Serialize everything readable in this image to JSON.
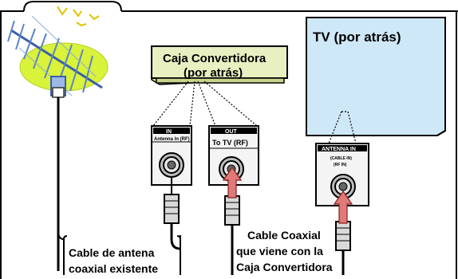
{
  "tv": {
    "title": "TV (por atrás)"
  },
  "converter": {
    "title_line1": "Caja Convertidora",
    "title_line2": "(por atrás)"
  },
  "ports": {
    "in": {
      "header": "IN",
      "label": "Antenna In (RF)"
    },
    "out": {
      "header": "OUT",
      "label": "To TV (RF)"
    },
    "antenna_in": {
      "header": "ANTENNA IN",
      "sub1": "(CABLE IN)",
      "sub2": "(RF IN)"
    }
  },
  "captions": {
    "existing_cable_line1": "Cable de antena",
    "existing_cable_line2": "coaxial existente",
    "coax_cable_line1": "Cable Coaxial",
    "coax_cable_line2": "que viene con la",
    "coax_cable_line3": "Caja Convertidora"
  },
  "colors": {
    "antenna_glow": "#d9f23a",
    "antenna_body": "#5a85c8",
    "tv_fill": "#cfe8f7",
    "box_fill": "#e8efc0",
    "arrow": "#e07a78"
  }
}
